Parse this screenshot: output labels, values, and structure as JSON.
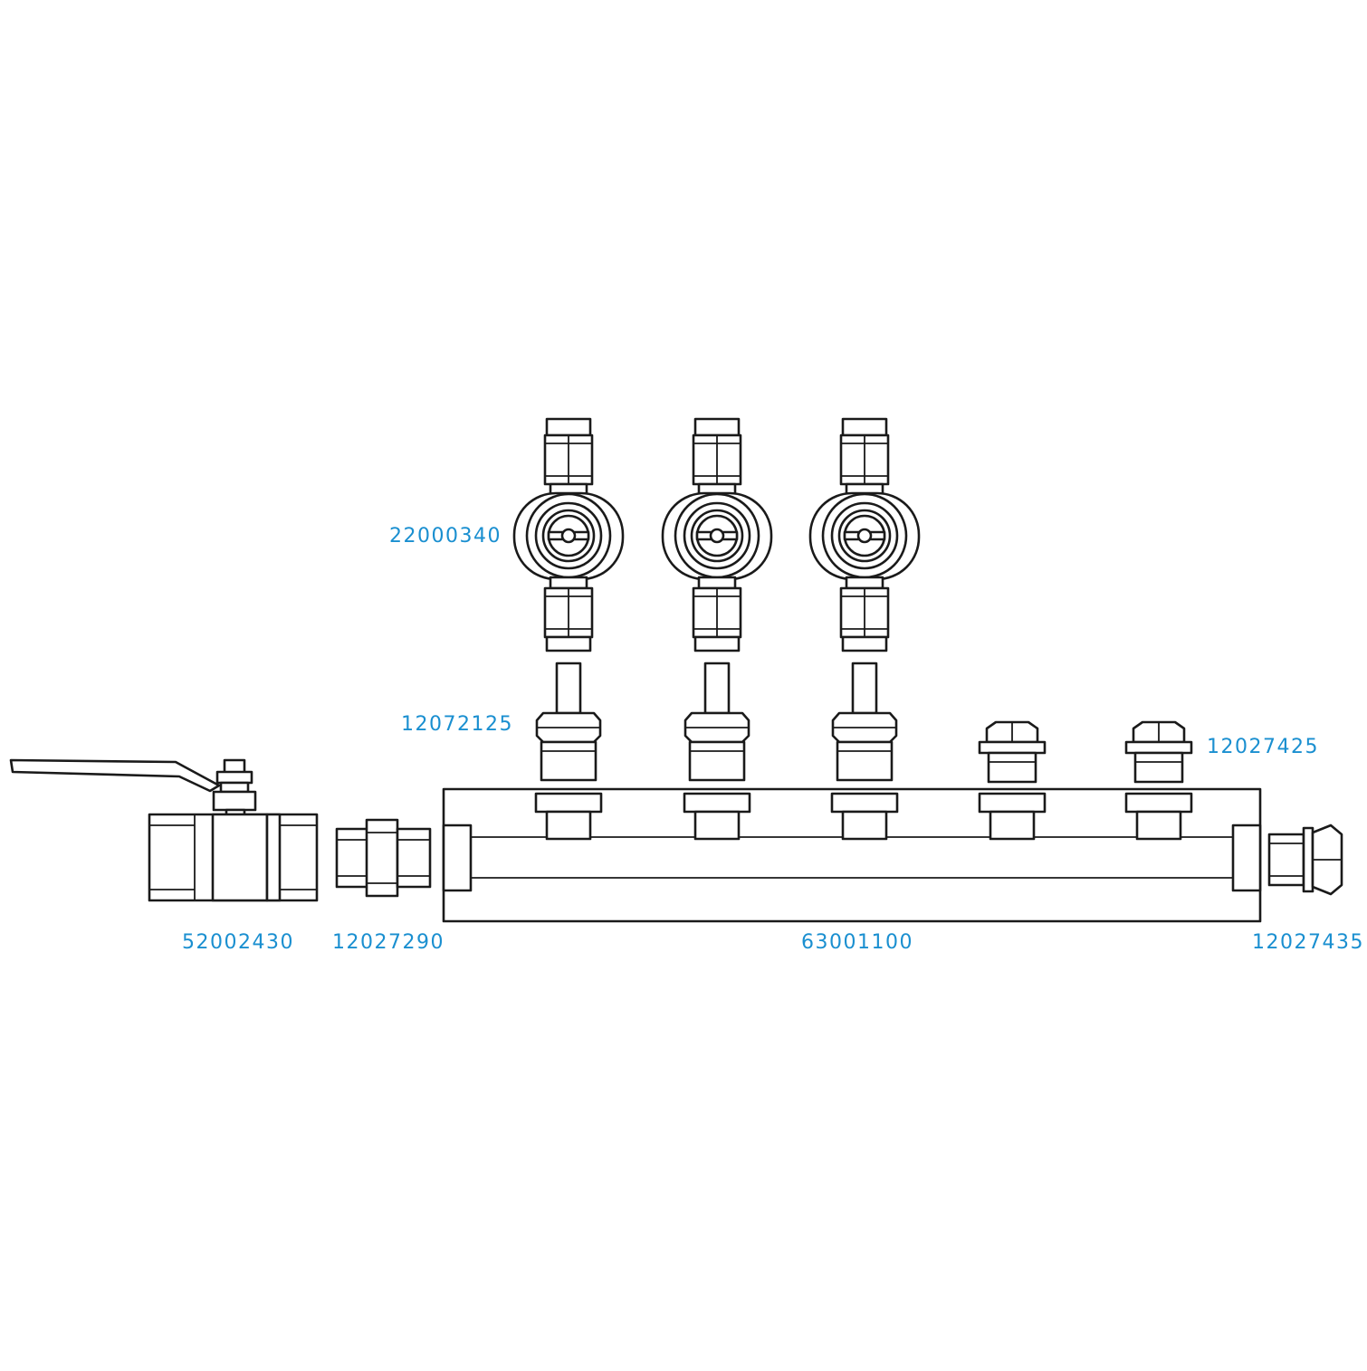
{
  "colors": {
    "label": "#1a8fd0",
    "line": "#1a1a1a",
    "background": "#ffffff"
  },
  "labels": {
    "valve_assembly": "22000340",
    "barb_adapter": "12072125",
    "plug_top": "12027425",
    "ball_valve": "52002430",
    "nipple": "12027290",
    "manifold": "63001100",
    "end_plug": "12027435"
  }
}
